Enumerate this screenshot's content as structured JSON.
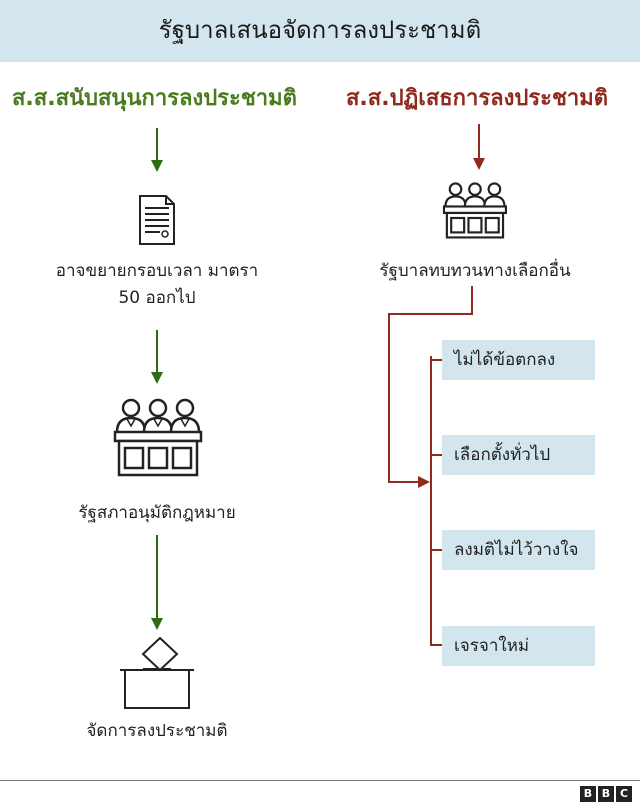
{
  "header": {
    "title": "รัฐบาลเสนอจัดการลงประชามติ"
  },
  "left": {
    "title": "ส.ส.สนับสนุนการลงประชามติ",
    "steps": [
      {
        "icon": "document-icon",
        "label_line1": "อาจขยายกรอบเวลา  มาตรา",
        "label_line2": "50 ออกไป"
      },
      {
        "icon": "parliament-icon",
        "label_line1": "รัฐสภาอนุมัติกฎหมาย"
      },
      {
        "icon": "ballot-box-icon",
        "label_line1": "จัดการลงประชามติ"
      }
    ],
    "color": "#4a7c1e"
  },
  "right": {
    "title": "ส.ส.ปฏิเสธการลงประชามติ",
    "icon": "parliament-icon",
    "label": "รัฐบาลทบทวนทางเลือกอื่น",
    "options": [
      "ไม่ได้ข้อตกลง",
      "เลือกตั้งทั่วไป",
      "ลงมติไม่ไว้วางใจ",
      "เจรจาใหม่"
    ],
    "color": "#8f2a1f"
  },
  "footer": {
    "logo_letters": [
      "B",
      "B",
      "C"
    ]
  }
}
